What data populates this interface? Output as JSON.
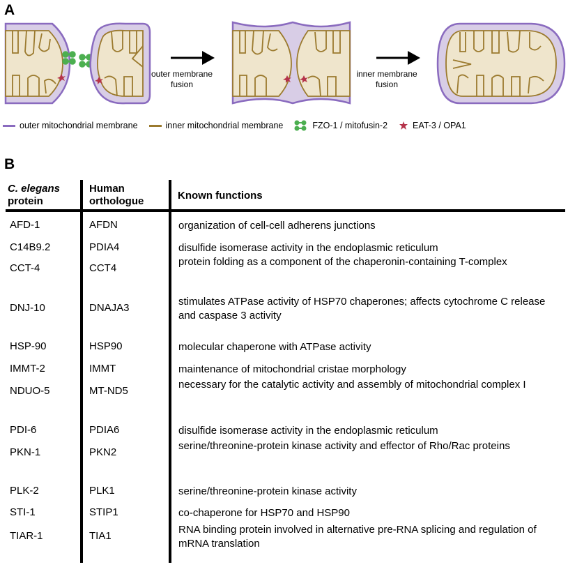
{
  "panel_a": {
    "label": "A",
    "arrow1_text": "outer membrane\nfusion",
    "arrow2_text": "inner membrane\nfusion",
    "legend": {
      "outer": "outer mitochondrial membrane",
      "inner": "inner mitochondrial membrane",
      "fzo": "FZO-1 / mitofusin-2",
      "eat": "EAT-3 / OPA1"
    },
    "colors": {
      "outer_membrane": "#8a6bbf",
      "matrix_fill": "#d8cde6",
      "inner_membrane": "#9b7a2e",
      "inner_fill": "#efe5cc",
      "fzo": "#4caf50",
      "eat": "#b5334a"
    }
  },
  "panel_b": {
    "label": "B",
    "headers": {
      "col1_italic": "C. elegans",
      "col1_rest": "protein",
      "col2_line1": "Human",
      "col2_line2": "orthologue",
      "col3": "Known functions"
    },
    "rows": [
      {
        "worm": "AFD-1",
        "human": "AFDN",
        "function": "organization of cell-cell adherens junctions"
      },
      {
        "worm": "C14B9.2",
        "human": "PDIA4",
        "function": "disulfide isomerase activity in the endoplasmic reticulum"
      },
      {
        "worm": "CCT-4",
        "human": "CCT4",
        "function": "protein folding as a component of the chaperonin-containing T-complex"
      },
      {
        "worm": "DNJ-10",
        "human": "DNAJA3",
        "function": "stimulates ATPase activity of HSP70 chaperones; affects cytochrome C release and caspase 3 activity"
      },
      {
        "worm": "HSP-90",
        "human": "HSP90",
        "function": "molecular chaperone with ATPase activity"
      },
      {
        "worm": "IMMT-2",
        "human": "IMMT",
        "function": "maintenance of mitochondrial cristae morphology"
      },
      {
        "worm": "NDUO-5",
        "human": "MT-ND5",
        "function": "necessary for the catalytic activity and assembly of mitochondrial complex I"
      },
      {
        "worm": "PDI-6",
        "human": "PDIA6",
        "function": "disulfide isomerase activity in the endoplasmic reticulum"
      },
      {
        "worm": "PKN-1",
        "human": "PKN2",
        "function": "serine/threonine-protein kinase activity and effector of Rho/Rac proteins"
      },
      {
        "worm": "PLK-2",
        "human": "PLK1",
        "function": "serine/threonine-protein kinase activity"
      },
      {
        "worm": "STI-1",
        "human": "STIP1",
        "function": "co-chaperone for HSP70 and HSP90"
      },
      {
        "worm": "TIAR-1",
        "human": "TIA1",
        "function": "RNA binding protein involved in alternative pre-RNA splicing and regulation of mRNA translation"
      }
    ]
  }
}
